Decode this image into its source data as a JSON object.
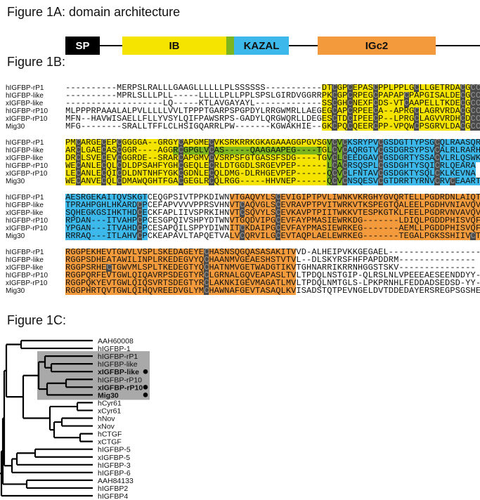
{
  "fig1a": {
    "title": "Figure 1A: domain architecture",
    "domains": [
      {
        "label": "SP",
        "color": "#000000"
      },
      {
        "label": "IB",
        "color": "#f5e400"
      },
      {
        "label": "",
        "color": "#7cb51e"
      },
      {
        "label": "KAZAL",
        "color": "#3db8ea"
      },
      {
        "label": "IGc2",
        "color": "#f39a3c"
      }
    ]
  },
  "fig1b": {
    "title": "Figure 1B:",
    "blocks": [
      {
        "rows": [
          {
            "name": "hIGFBP-rP1",
            "seq": "----------MERPSLRALLLGAAGLLLLLLPLSSSSSS-----------DTCGPCEPASCPPLPPLGCLLGETRDACGCC"
          },
          {
            "name": "hIGFBP-like",
            "seq": "----------MPRLSLLLPLL-----LLLLLPLLPPLSPSLGIRDVGGRRPKCGPCRPEGCPAPAPCPAPGISALDECGCC"
          },
          {
            "name": "xIGFBP-like",
            "seq": "-------------------LQ-----KTLAVGAYAYL-------------SSCGHCNEXFCDS-VTCAAPELLTKDECGCC"
          },
          {
            "name": "hIGFBP-rP10",
            "seq": "MLPPPRPAAALALPVLLLLLVVLTPPPTGARPSPGPDYLRRGWMRLLAEGEGCAPCRPEECA--APRGCLAGRVRDACGCC"
          },
          {
            "name": "xIGFBP-rP10",
            "seq": "MFN--HAVWISAELLFLLYVSYLQIFPAWSRPS-GADYLQRGWQRLLDEGESCTDCIPEECP--LPRGCLAGVVRDHCDCC"
          },
          {
            "name": "Mig30",
            "seq": "MFG--------SRALLTFFLCLHSIGQARRLPW-------KGWAKHIE--GKCPQCQEERCPP-VPQWCPSGRVLDACGCC"
          }
        ]
      },
      {
        "rows": [
          {
            "name": "hIGFBP-rP1",
            "seq": "PMCARGECEPCGGGGA--GRGYCAPGMECVKSRKRRKGKAGAAAGGPGVSGVCVCKSRYPVCGSDGTTYPSGCQLRAASQR"
          },
          {
            "name": "hIGFBP-like",
            "seq": "ARCLGAECASCGGR----AGGRCGPGLVCAS-----QAAGAAPEG----TGLCVCAQRGTVCGSDGRSYPSVCALRLRARH"
          },
          {
            "name": "xIGFBP-like",
            "seq": "DRCLSVECEVCGGRDE--SRARCAPGMVCVSRPSFGTGASSFSDG----TGVCLCEEDGAVCGSDGRTYSSACVLRLQSWK"
          },
          {
            "name": "hIGFBP-rP10",
            "seq": "WECANLECQLCDLDPSAHFYGHCGEQLECRLDTGGDLSRGEVPEP------LCACRSQSPLCGSDGHTYSQICRLQEARA"
          },
          {
            "name": "xIGFBP-rP10",
            "seq": "LECANLECQICDLDNTNHFYGKCGDNLECQLDMG-DLRHGEVPEP------QCVCLFNTAVCGSDGKTYSQLCKLKEVNA"
          },
          {
            "name": "Mig30",
            "seq": "WECANVECQLCDMAWQGHTFGACGEGLRCQLRGG-----HHVNEP------QCVCNSQESVCGTDRRTYRNVCRVCEAART"
          }
        ]
      },
      {
        "rows": [
          {
            "name": "hIGFBP-rP1",
            "seq": "AESRGEKAITQVSKGTCEQGPSIVTPPKDIWNVTGAQVYLSCEVIGIPTPVLIWNKVKRGHYGVQRTELLPGDRDNLAIQT"
          },
          {
            "name": "hIGFBP-like",
            "seq": "TPRAHPGHLHKARDCPCEFAPVVVVPPRSVHNVTCAQVGLSCEVRAVPTPVITWRKVTKSPEGTQALEELPGDHVNIAVQV"
          },
          {
            "name": "xIGFBP-like",
            "seq": "SQHEGKGSIHKTHDCECKFAPLIIVSPRKIHNVTCSQVYLSCEVKAVPTPIITWKKVTESPKGTKLFEELPGDRVNVAVQV"
          },
          {
            "name": "hIGFBP-rP10",
            "seq": "RPDAN---ITVAHPCPCESGPQIVSHPYDTWNVTGQDVIPGCEVFAYPMASIEWRKDG-------LDIQLPGDDPHISVQF"
          },
          {
            "name": "xIGFBP-rP10",
            "seq": "YPGAN---ITVAHDCPCESAPQILSPPYDIWNITCKDAIPGCEVFAYPMASIEWRKEG-------AEMLLPGDDPHISVQF"
          },
          {
            "name": "Mig30",
            "seq": "RRRAQ---ITLAHVCPCKEAPAVLTAPQETVALVCQRVILGCEVTAQPLAELEWRKEG-------TEGALPGKSSHIIVCT"
          }
        ]
      },
      {
        "rows": [
          {
            "name": "hIGFBP-rP1",
            "seq": "RGGPEKHEVTGWVLVSPLSKEDAGEYECHASNSQGQASASAKITVVD-ALHEIPVKKGEGAEL------------------"
          },
          {
            "name": "hIGFBP-like",
            "seq": "RGGPSDHEATAWILINPLRKEDEGVYQCHAANMVGEAESHSTVTVL--DLSKYRSFHFPAPDDRM---------------"
          },
          {
            "name": "xIGFBP-like",
            "seq": "RGGPSRHECTGWVMLSPLTKEDEGTYQCHATNMVGETWADGTIKVTGHNARRIKRRNHGGSTSKV---------------"
          },
          {
            "name": "hIGFBP-rP10",
            "seq": "RGGPQRFEVTGWLQIQAVRPSDEGTYRCLGRNALGQVEAPASLTVLTPDQLNSTGIP-QLRSLNLVPEEEAESEENDDYY-"
          },
          {
            "name": "xIGFBP-rP10",
            "seq": "RGGPQKYEVTGWLQIQSVRTSDEGTYRCLAKNKIGEVMAGATLMVLTPDQLNMTGLS-LPKPRNHLFEDDADSEDSD-YY-"
          },
          {
            "name": "Mig30",
            "seq": "RGGPHRTQVTGWLQIHQVREEDVGLYMCHAWNAFGEVTASAQLKVISADSTQTPEVNGELDVTDDEDAYERSREGPSGSHE"
          }
        ]
      }
    ]
  },
  "fig1c": {
    "title": "Figure 1C:",
    "leaves": [
      {
        "name": "AAH60008",
        "bold": false,
        "marked": false
      },
      {
        "name": "hIGFBP-1",
        "bold": false,
        "marked": false
      },
      {
        "name": "hIGFBP-rP1",
        "bold": false,
        "marked": false
      },
      {
        "name": "hIGFBP-like",
        "bold": false,
        "marked": false
      },
      {
        "name": "xIGFBP-like",
        "bold": true,
        "marked": true
      },
      {
        "name": "hIGFBP-rP10",
        "bold": false,
        "marked": false
      },
      {
        "name": "xIGFBP-rP10",
        "bold": true,
        "marked": true
      },
      {
        "name": "Mig30",
        "bold": true,
        "marked": true
      },
      {
        "name": "hCyr61",
        "bold": false,
        "marked": false
      },
      {
        "name": "xCyr61",
        "bold": false,
        "marked": false
      },
      {
        "name": "hNov",
        "bold": false,
        "marked": false
      },
      {
        "name": "xNov",
        "bold": false,
        "marked": false
      },
      {
        "name": "hCTGF",
        "bold": false,
        "marked": false
      },
      {
        "name": "xCTGF",
        "bold": false,
        "marked": false
      },
      {
        "name": "hIGFBP-5",
        "bold": false,
        "marked": false
      },
      {
        "name": "xIGFBP-5",
        "bold": false,
        "marked": false
      },
      {
        "name": "hIGFBP-3",
        "bold": false,
        "marked": false
      },
      {
        "name": "hIGFBP-6",
        "bold": false,
        "marked": false
      },
      {
        "name": "AAH84133",
        "bold": false,
        "marked": false
      },
      {
        "name": "hIGFBP2",
        "bold": false,
        "marked": false
      },
      {
        "name": "hIGFBP4",
        "bold": false,
        "marked": false
      }
    ],
    "highlight_color": "#a9a9a9"
  }
}
